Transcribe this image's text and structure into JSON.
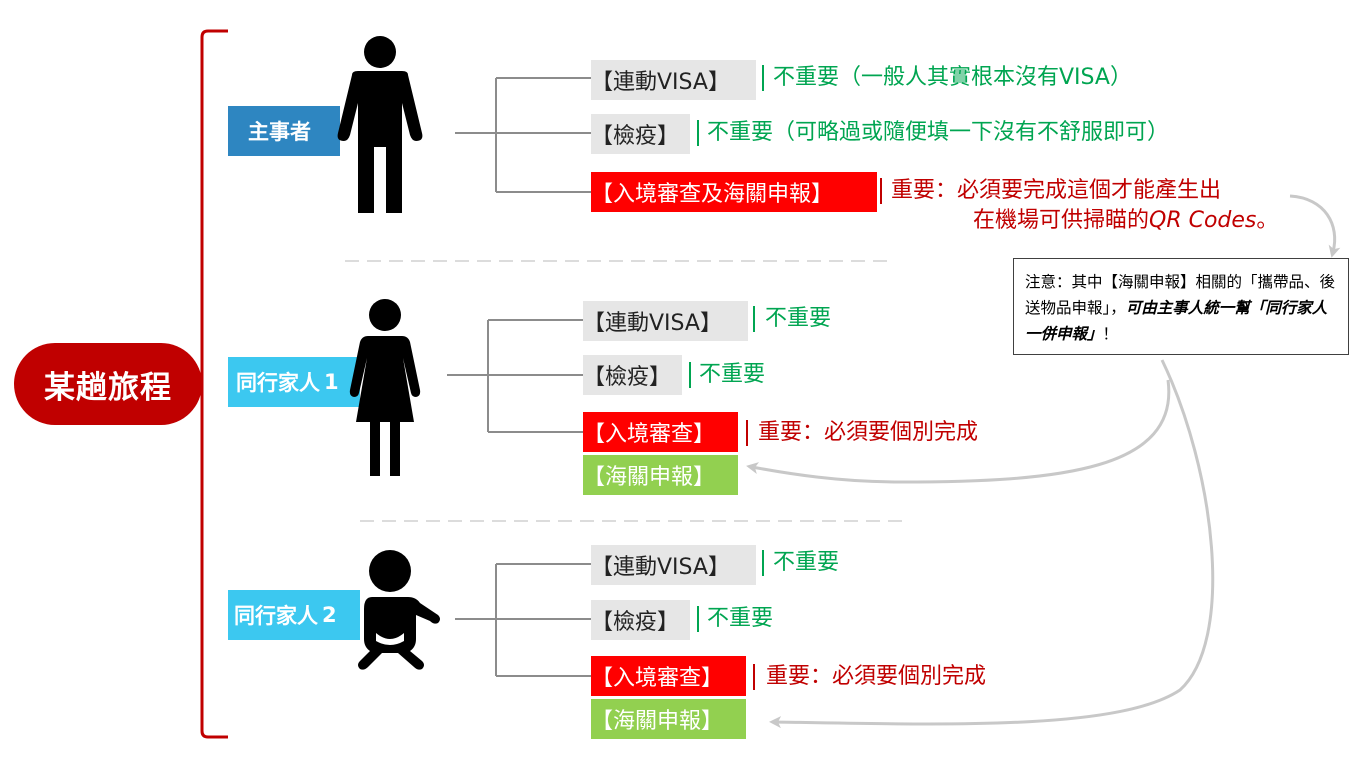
{
  "root": {
    "label": "某趟旅程"
  },
  "colors": {
    "root_bg": "#c00000",
    "label_bg_main": "#2e86c1",
    "label_bg_companion": "#3cc8f0",
    "tag_gray": "#e6e6e6",
    "tag_red": "#ff0000",
    "tag_green": "#92d050",
    "text_green": "#00a551",
    "text_red": "#c00000"
  },
  "groups": [
    {
      "label": "主事者",
      "icon": "man-icon",
      "items": [
        {
          "tag": "【連動VISA】",
          "desc": "不重要（一般人其實根本沒有VISA）"
        },
        {
          "tag": "【檢疫】",
          "desc": "不重要（可略過或隨便填一下沒有不舒服即可）"
        },
        {
          "tag": "【入境審查及海關申報】",
          "desc_line1": "重要：必須要完成這個才能產生出",
          "desc_line2": "在機場可供掃瞄的",
          "desc_line2_em": "QR Codes",
          "desc_line2_end": "。"
        }
      ]
    },
    {
      "label": "同行家人",
      "number": "1",
      "icon": "woman-icon",
      "items": [
        {
          "tag": "【連動VISA】",
          "desc": "不重要"
        },
        {
          "tag": "【檢疫】",
          "desc": "不重要"
        },
        {
          "tag": "【入境審查】",
          "desc": "重要：必須要個別完成"
        },
        {
          "tag": "【海關申報】"
        }
      ]
    },
    {
      "label": "同行家人",
      "number": "2",
      "icon": "baby-icon",
      "items": [
        {
          "tag": "【連動VISA】",
          "desc": "不重要"
        },
        {
          "tag": "【檢疫】",
          "desc": "不重要"
        },
        {
          "tag": "【入境審查】",
          "desc": "重要：必須要個別完成"
        },
        {
          "tag": "【海關申報】"
        }
      ]
    }
  ],
  "note": {
    "prefix": "注意：其中【海關申報】相關的「攜帶品、後送物品申報」，",
    "emphasis": "可由主事人統一幫「同行家人一併申報」",
    "suffix": "！"
  }
}
